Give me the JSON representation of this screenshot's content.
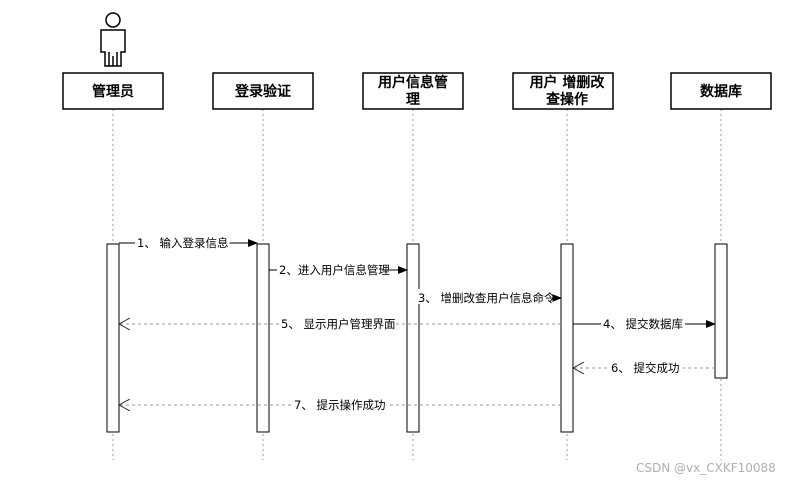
{
  "participants": [
    {
      "id": "admin",
      "label_lines": [
        "管理员"
      ]
    },
    {
      "id": "login",
      "label_lines": [
        "登录验证"
      ]
    },
    {
      "id": "usermgmt",
      "label_lines": [
        "用户信息管",
        "理"
      ]
    },
    {
      "id": "crud",
      "label_lines": [
        "用户 增删改",
        "查操作"
      ]
    },
    {
      "id": "db",
      "label_lines": [
        "数据库"
      ]
    }
  ],
  "messages": [
    {
      "label": "1、 输入登录信息",
      "from": "admin",
      "to": "login",
      "style": "solid"
    },
    {
      "label": "2、进入用户信息管理",
      "from": "login",
      "to": "usermgmt",
      "style": "solid"
    },
    {
      "label": "3、 增删改查用户信息命令",
      "from": "usermgmt",
      "to": "crud",
      "style": "solid"
    },
    {
      "label": "5、 显示用户管理界面",
      "from": "crud",
      "to": "admin",
      "style": "dashed"
    },
    {
      "label": "4、 提交数据库",
      "from": "crud",
      "to": "db",
      "style": "solid"
    },
    {
      "label": "6、 提交成功",
      "from": "db",
      "to": "crud",
      "style": "dashed"
    },
    {
      "label": "7、 提示操作成功",
      "from": "crud",
      "to": "admin",
      "style": "dashed"
    }
  ],
  "watermark": "CSDN @vx_CXKF10088"
}
